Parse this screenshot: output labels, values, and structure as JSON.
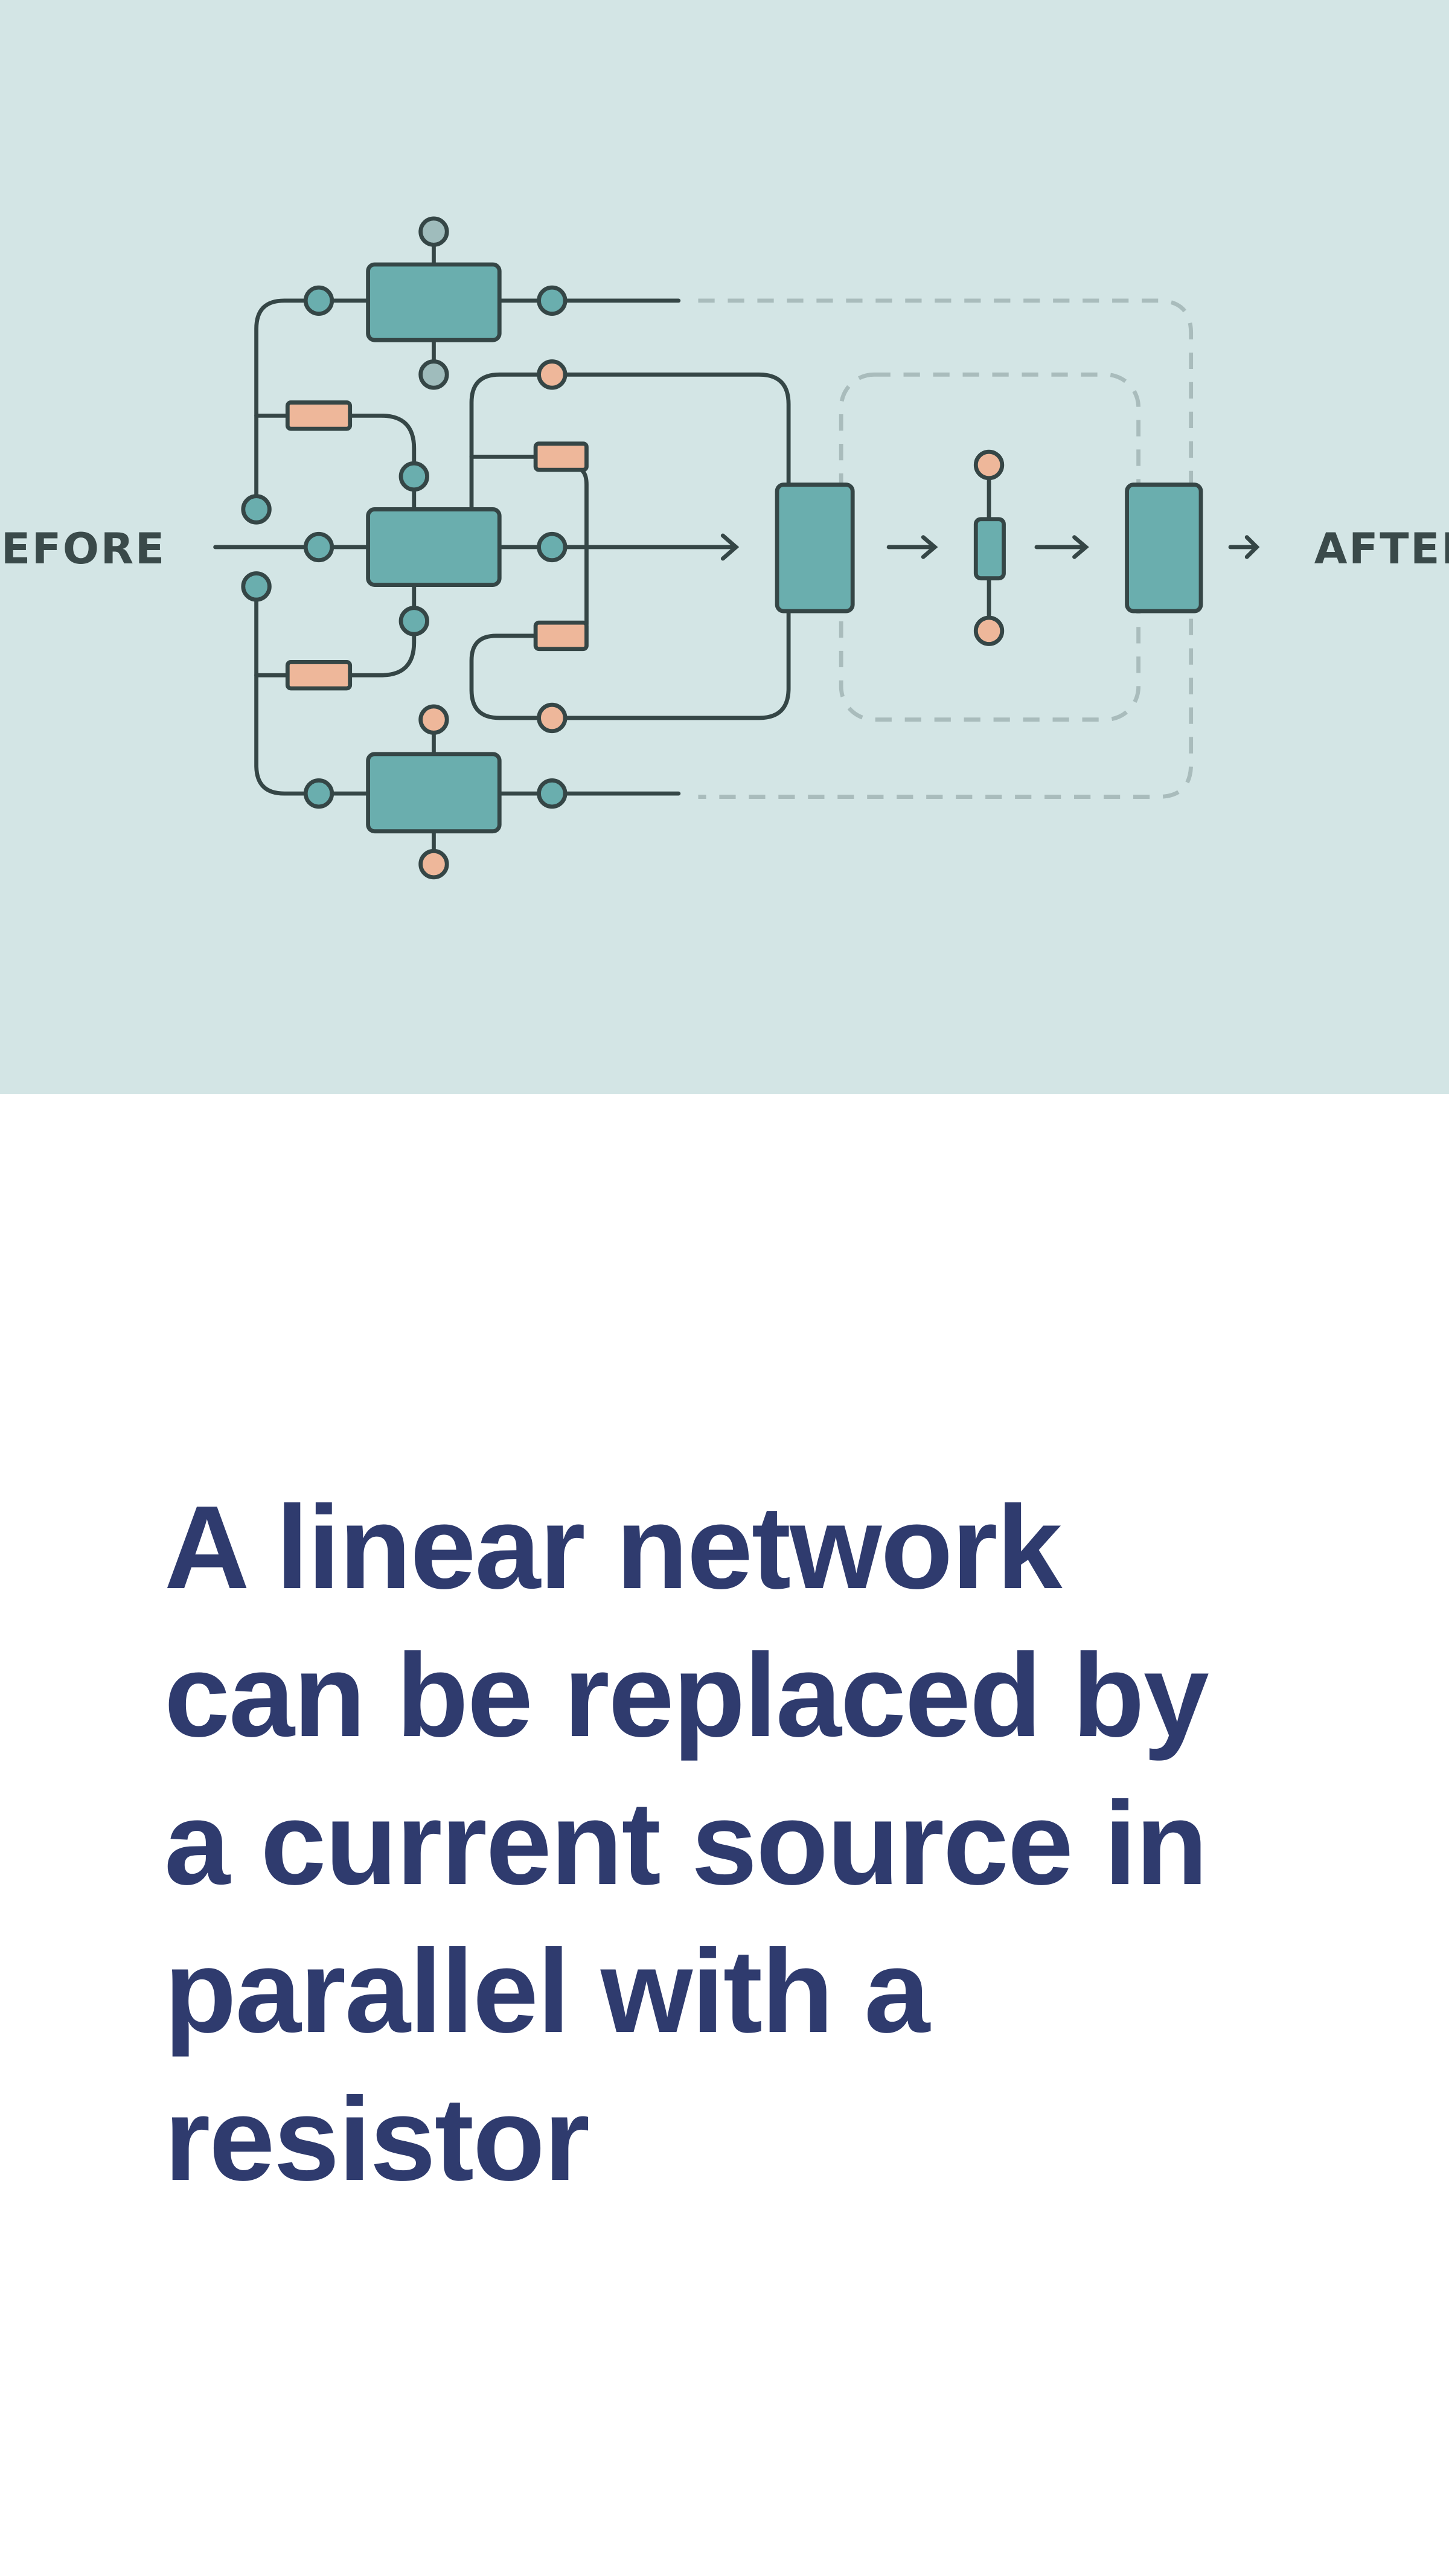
{
  "diagram": {
    "before_label": "BEFORE",
    "after_label": "AFTER",
    "colors": {
      "background": "#d3e5e5",
      "block_fill": "#6aaeae",
      "outline": "#354646",
      "resistor_fill": "#eeb79a",
      "dashed": "#a9bcbc"
    }
  },
  "caption": {
    "lines": [
      "A linear network",
      "can be replaced by",
      "a current source in",
      "parallel with a",
      "resistor"
    ]
  }
}
